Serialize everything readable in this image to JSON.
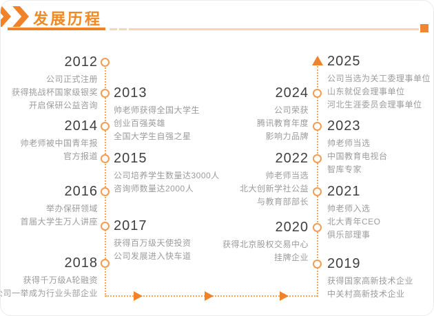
{
  "header": {
    "title": "发展历程",
    "chevron_icon": "double-chevron-right-icon"
  },
  "colors": {
    "accent": "#F0832A",
    "title": "#F18921",
    "timeline_dotted": "#F6A55C",
    "marker_ring": "#F49B52",
    "underline_light": "#F6D7B4",
    "year_text": "#3E3E3E",
    "description_text": "#9B9B9B"
  },
  "timeline": {
    "left_column": [
      {
        "year": "2012",
        "side": "left",
        "marker": "circle",
        "lines": [
          "公司正式注册",
          "获得挑战杯国家级银奖",
          "开启保研公益咨询"
        ]
      },
      {
        "year": "2013",
        "side": "right",
        "marker": "circle",
        "lines": [
          "帅老师获得全国大学生",
          "创业百强英雄",
          "全国大学生自强之星"
        ]
      },
      {
        "year": "2014",
        "side": "left",
        "marker": "circle",
        "lines": [
          "帅老师被中国青年报",
          "官方报道"
        ]
      },
      {
        "year": "2015",
        "side": "right",
        "marker": "circle",
        "lines": [
          "公司培养学生数量达3000人",
          "咨询师数量达2000人"
        ]
      },
      {
        "year": "2016",
        "side": "left",
        "marker": "circle",
        "lines": [
          "举办保研领域",
          "首届大学生万人讲座"
        ]
      },
      {
        "year": "2017",
        "side": "right",
        "marker": "circle",
        "lines": [
          "获得百万级天使投资",
          "公司发展进入快车道"
        ]
      },
      {
        "year": "2018",
        "side": "left",
        "marker": "circle",
        "lines": [
          "获得千万级A轮融资",
          "公司一举成为行业头部企业"
        ]
      }
    ],
    "right_column": [
      {
        "year": "2025",
        "side": "right",
        "marker": "arrow-up",
        "lines": [
          "公司当选为关工委理事单位",
          "山东就促会理事单位",
          "河北生涯委员会理事单位"
        ]
      },
      {
        "year": "2024",
        "side": "left",
        "marker": "circle",
        "lines": [
          "公司荣获",
          "腾讯教育年度",
          "影响力品牌"
        ]
      },
      {
        "year": "2023",
        "side": "right",
        "marker": "circle",
        "lines": [
          "帅老师当选",
          "中国教育电视台",
          "智库专家"
        ]
      },
      {
        "year": "2022",
        "side": "left",
        "marker": "circle",
        "lines": [
          "帅老师当选",
          "北大创新学社公益",
          "与教育部部长"
        ]
      },
      {
        "year": "2021",
        "side": "right",
        "marker": "circle",
        "lines": [
          "帅老师入选",
          "北大青年CEO",
          "俱乐部理事"
        ]
      },
      {
        "year": "2020",
        "side": "left",
        "marker": "circle",
        "lines": [
          "获得北京股权交易中心",
          "挂牌企业"
        ]
      },
      {
        "year": "2019",
        "side": "right",
        "marker": "circle",
        "lines": [
          "获得国家高新技术企业",
          "中关村高新技术企业"
        ]
      }
    ]
  }
}
